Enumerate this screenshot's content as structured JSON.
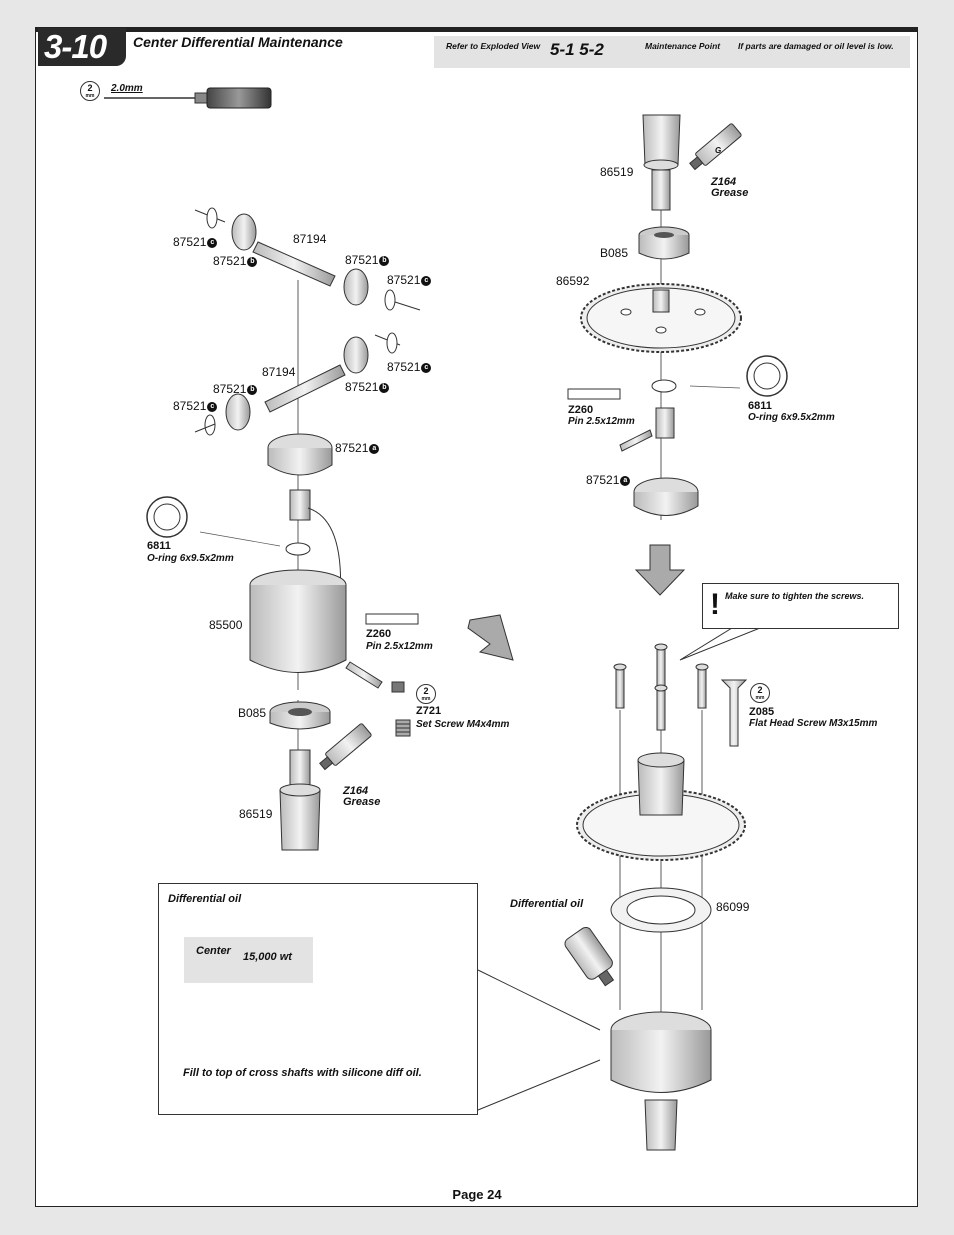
{
  "header": {
    "section_number": "3-10",
    "title": "Center Differential Maintenance",
    "refer_label": "Refer to Exploded View",
    "refer_pages": "5-1 5-2",
    "maintenance_point": "Maintenance Point",
    "maintenance_note": "If parts are damaged or oil level is low."
  },
  "tool": {
    "wrench_size": "2",
    "wrench_unit": "mm",
    "label": "2.0mm"
  },
  "left_assembly": {
    "p1": "87521",
    "p2": "87194",
    "p3": "87521",
    "p4": "87521",
    "p5": "87521",
    "p6": "87194",
    "p7": "87521",
    "p8": "87521",
    "p9": "87521",
    "p10": "87521",
    "p11": "87521",
    "m1": "c",
    "m2": "b",
    "m3": "b",
    "m4": "c",
    "m5": "c",
    "m6": "b",
    "m7": "b",
    "m8": "c",
    "m9": "a",
    "oring_code": "6811",
    "oring_desc": "O-ring 6x9.5x2mm",
    "housing": "85500",
    "pin_code": "Z260",
    "pin_desc": "Pin 2.5x12mm",
    "setscrew_code": "Z721",
    "setscrew_desc": "Set Screw M4x4mm",
    "setscrew_wrench": "2",
    "setscrew_unit": "mm",
    "bearing": "B085",
    "grease_code": "Z164",
    "grease_desc": "Grease",
    "grease_tube_letter": "G",
    "outdrive": "86519"
  },
  "right_assembly": {
    "outdrive": "86519",
    "grease_code": "Z164",
    "grease_desc": "Grease",
    "grease_tube_letter": "G",
    "bearing": "B085",
    "spur": "86592",
    "pin_code": "Z260",
    "pin_desc": "Pin 2.5x12mm",
    "oring_code": "6811",
    "oring_desc": "O-ring 6x9.5x2mm",
    "gear": "87521",
    "gear_mark": "a",
    "warning": "Make sure to tighten the screws.",
    "screw_code": "Z085",
    "screw_desc": "Flat Head Screw M3x15mm",
    "screw_wrench": "2",
    "screw_unit": "mm",
    "gasket": "86099",
    "oil_label": "Differential oil"
  },
  "oil_box": {
    "title": "Differential oil",
    "center_label": "Center",
    "center_value": "15,000 wt",
    "instruction": "Fill to top of cross shafts with silicone diff oil."
  },
  "footer": {
    "page": "Page 24"
  }
}
